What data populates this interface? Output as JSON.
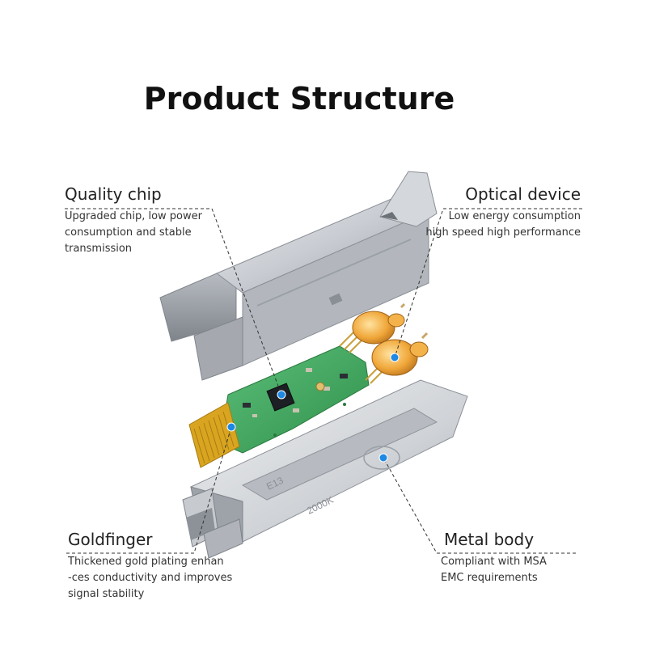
{
  "title": "Product Structure",
  "callouts": {
    "quality_chip": {
      "heading": "Quality chip",
      "lines": [
        "Upgraded chip, low power",
        "consumption and stable",
        "transmission"
      ]
    },
    "optical_device": {
      "heading": "Optical device",
      "lines": [
        "Low energy consumption",
        "high speed high performance"
      ]
    },
    "goldfinger": {
      "heading": "Goldfinger",
      "lines": [
        "Thickened gold plating enhan",
        "-ces conductivity and improves",
        "signal stability"
      ]
    },
    "metal_body": {
      "heading": "Metal body",
      "lines": [
        "Compliant with MSA",
        "EMC requirements"
      ]
    }
  },
  "base_markings": [
    "E13",
    "2000K"
  ],
  "colors": {
    "marker": "#1e88e5",
    "pcb": "#3aa55a",
    "gold": "#d9a520",
    "metal": "#c9ccd1",
    "leader": "#333333"
  }
}
